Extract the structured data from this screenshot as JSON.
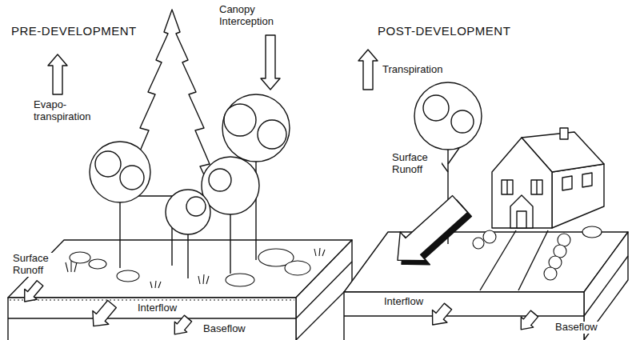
{
  "diagram": {
    "labels": [
      "PRE-DEVELOPMENT",
      "Canopy Interception",
      "Evapo- transpiration",
      "Surface Runoff",
      "Interflow",
      "Baseflow",
      "POST-DEVELOPMENT",
      "Transpiration",
      "Surface Runoff",
      "Interflow",
      "Baseflow"
    ]
  }
}
